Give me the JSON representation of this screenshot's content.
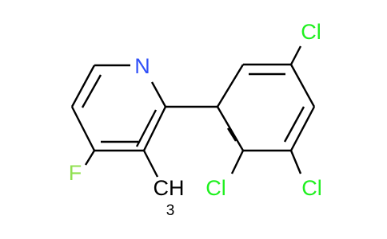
{
  "colors": {
    "bond": "#000000",
    "N": "#3050F8",
    "F": "#90E050",
    "Cl": "#1FF01F",
    "C": "#000000"
  },
  "atoms": {
    "n": "N",
    "f": "F",
    "cl_top": "Cl",
    "cl_ortho": "Cl",
    "cl_meta": "Cl",
    "methyl_c": "CH",
    "methyl_sub": "3"
  }
}
